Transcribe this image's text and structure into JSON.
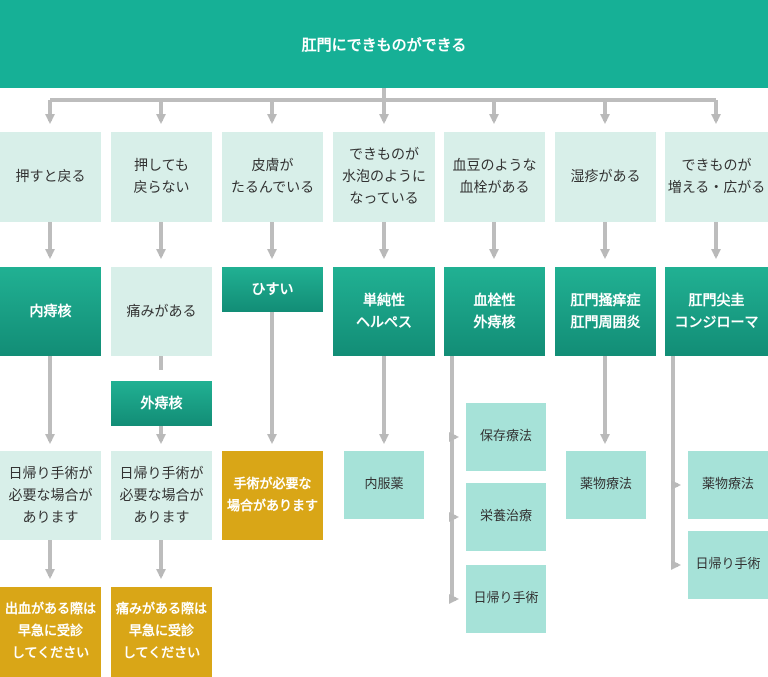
{
  "title": "肛門にできものができる",
  "columns": [
    {
      "symptom": "押すと戻る",
      "diagnosis": "内痔核",
      "note": "日帰り手術が\n必要な場合が\nあります",
      "advice": "出血がある際は\n早急に受診\nしてください"
    },
    {
      "symptom": "押しても\n戻らない",
      "condition": "痛みがある",
      "diagnosis": "外痔核",
      "note": "日帰り手術が\n必要な場合が\nあります",
      "advice": "痛みがある際は\n早急に受診\nしてください"
    },
    {
      "symptom": "皮膚が\nたるんでいる",
      "diagnosis": "ひすい",
      "advice": "手術が必要な\n場合があります"
    },
    {
      "symptom": "できものが\n水泡のように\nなっている",
      "diagnosis": "単純性\nヘルペス",
      "treatments": [
        "内服薬"
      ]
    },
    {
      "symptom": "血豆のような\n血栓がある",
      "diagnosis": "血栓性\n外痔核",
      "treatments": [
        "保存療法",
        "栄養治療",
        "日帰り手術"
      ]
    },
    {
      "symptom": "湿疹がある",
      "diagnosis": "肛門掻痒症\n肛門周囲炎",
      "treatments": [
        "薬物療法"
      ]
    },
    {
      "symptom": "できものが\n増える・広がる",
      "diagnosis": "肛門尖圭\nコンジローマ",
      "treatments": [
        "薬物療法",
        "日帰り手術"
      ]
    }
  ]
}
